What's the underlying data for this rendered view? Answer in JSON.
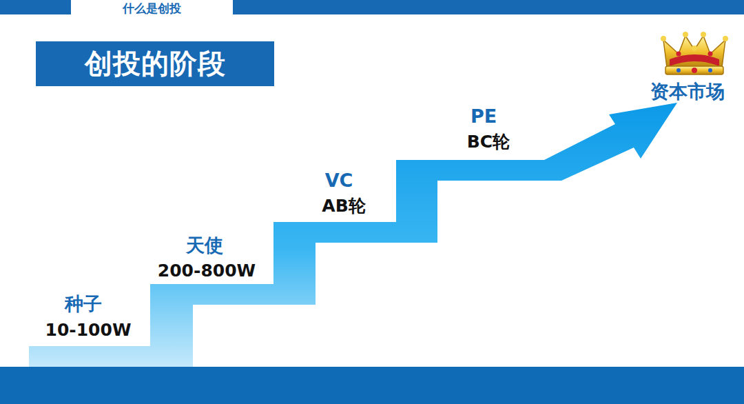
{
  "diagram": {
    "title": "创投的阶段",
    "labels": [
      "什么是创投",
      "种子",
      "10-100W",
      "天使",
      "200-800W",
      "VC",
      "AB轮",
      "PE",
      "BC轮",
      "资本市场"
    ]
  }
}
